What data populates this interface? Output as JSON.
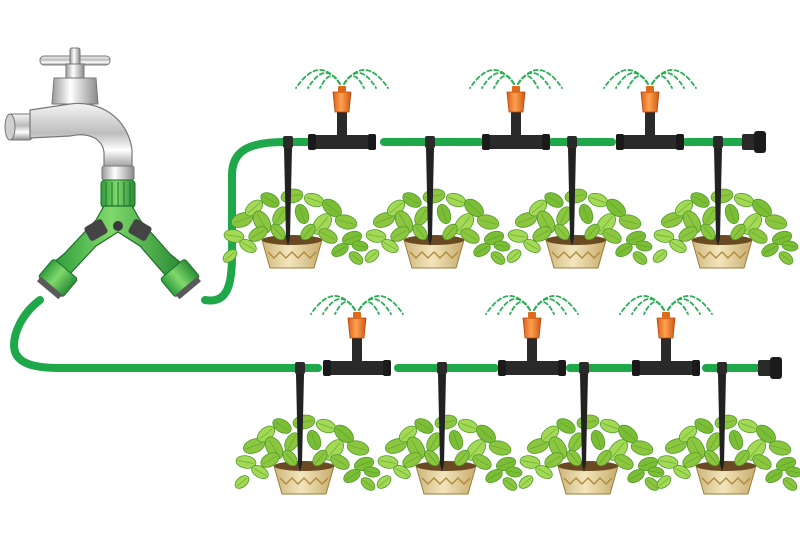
{
  "diagram": {
    "components": {
      "faucet": "faucet-icon",
      "splitter": "y-splitter-valve-icon",
      "hose": "garden-hose",
      "pipe": "drip-pipe",
      "tee": "tee-connector-icon",
      "sprinkler": "mist-sprinkler-icon",
      "dripper": "drip-stake-icon",
      "plant": "potted-plant-icon",
      "end_cap": "end-cap-icon"
    },
    "rows": [
      {
        "name": "upper-line",
        "sprinklers": 3,
        "plants": 4
      },
      {
        "name": "lower-line",
        "sprinklers": 3,
        "plants": 4
      }
    ],
    "colors": {
      "hose": "#1ea84a",
      "fittings": "#2a2a2a",
      "nozzle": "#f07a22",
      "spray": "#2cae56",
      "pot": "#e8d9a8",
      "pot_pattern": "#b08a3c",
      "leaf": "#8cc63f",
      "leaf_dark": "#4f9a2a",
      "faucet": "#d9d9d9"
    }
  }
}
